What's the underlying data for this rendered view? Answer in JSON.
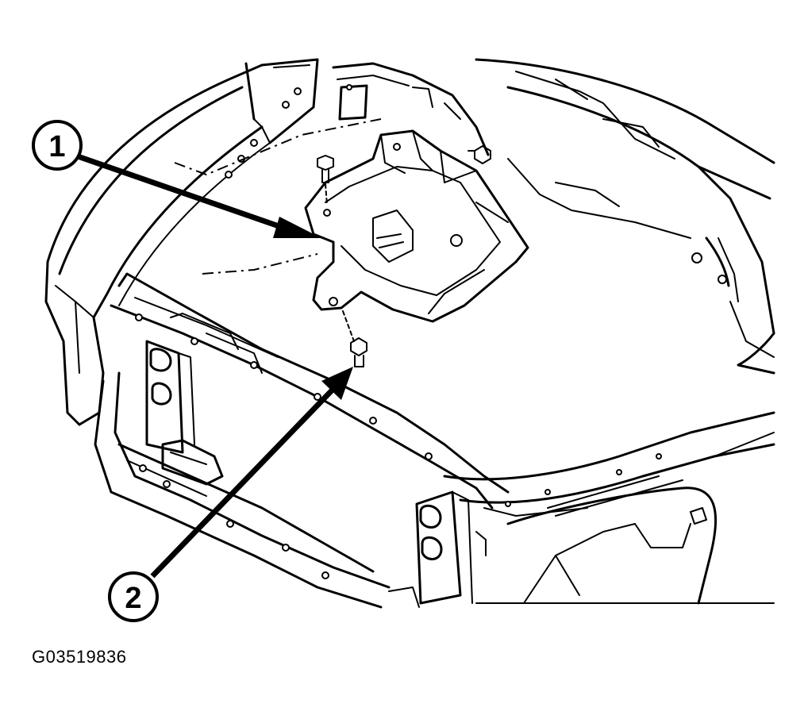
{
  "figure": {
    "code": "G03519836"
  },
  "callouts": [
    {
      "number": "1"
    },
    {
      "number": "2"
    }
  ]
}
